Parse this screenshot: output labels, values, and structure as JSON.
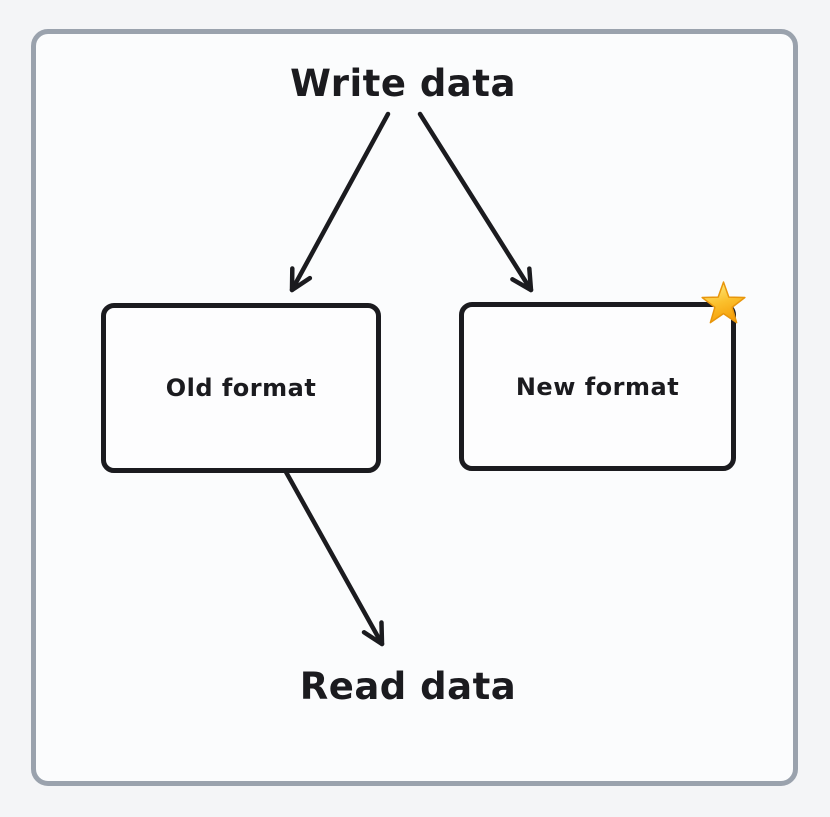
{
  "page": {
    "background": "#f4f5f7"
  },
  "frame": {
    "border_color": "#9aa2ad",
    "background": "#fbfcfd"
  },
  "diagram": {
    "top_label": "Write data",
    "bottom_label": "Read data",
    "nodes": [
      {
        "label": "Old format"
      },
      {
        "label": "New format",
        "badge": "star-icon"
      }
    ],
    "edges": [
      {
        "from": "Write data",
        "to": "Old format"
      },
      {
        "from": "Write data",
        "to": "New format"
      },
      {
        "from": "Old format",
        "to": "Read data"
      }
    ],
    "ink_color": "#1b1b1f",
    "star_colors": {
      "light": "#fdf08a",
      "mid": "#fbc02d",
      "dark": "#f59f0a",
      "outline": "#e8960c"
    }
  }
}
